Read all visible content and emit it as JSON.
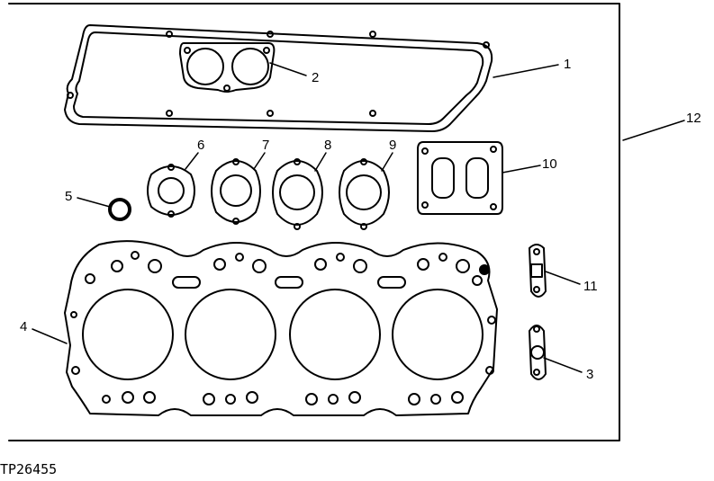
{
  "figure_code": "TP26455",
  "callouts": [
    {
      "id": "rocker-cover-gasket",
      "text": "1"
    },
    {
      "id": "intake-port-gasket",
      "text": "2"
    },
    {
      "id": "small-flange-gasket",
      "text": "3"
    },
    {
      "id": "cylinder-head-gasket",
      "text": "4"
    },
    {
      "id": "o-ring",
      "text": "5"
    },
    {
      "id": "flange-gasket-6",
      "text": "6"
    },
    {
      "id": "flange-gasket-7",
      "text": "7"
    },
    {
      "id": "flange-gasket-8",
      "text": "8"
    },
    {
      "id": "flange-gasket-9",
      "text": "9"
    },
    {
      "id": "manifold-gasket",
      "text": "10"
    },
    {
      "id": "square-port-gasket",
      "text": "11"
    },
    {
      "id": "gasket-set",
      "text": "12"
    }
  ]
}
